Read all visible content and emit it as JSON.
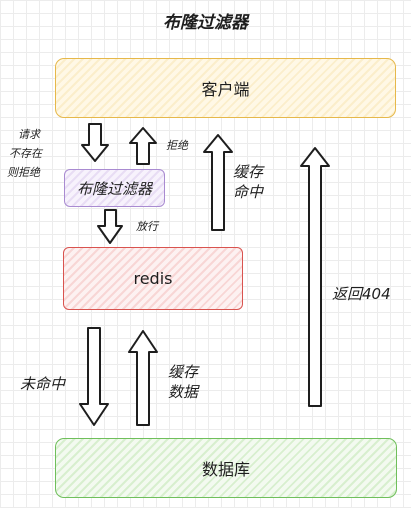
{
  "title": "布隆过滤器",
  "nodes": {
    "client": "客户端",
    "bloom_filter": "布隆过滤器",
    "redis": "redis",
    "database": "数据库"
  },
  "edges": {
    "request_not_exist": [
      "请求",
      "不存在",
      "则拒绝"
    ],
    "reject": "拒绝",
    "pass": "放行",
    "cache_hit": [
      "缓存",
      "命中"
    ],
    "return_404": "返回404",
    "miss": "未命中",
    "cache_data": [
      "缓存",
      "数据"
    ]
  },
  "colors": {
    "client": "#e6b84a",
    "bloom_filter": "#a98bd1",
    "redis": "#d9534f",
    "database": "#6fbf5b"
  }
}
